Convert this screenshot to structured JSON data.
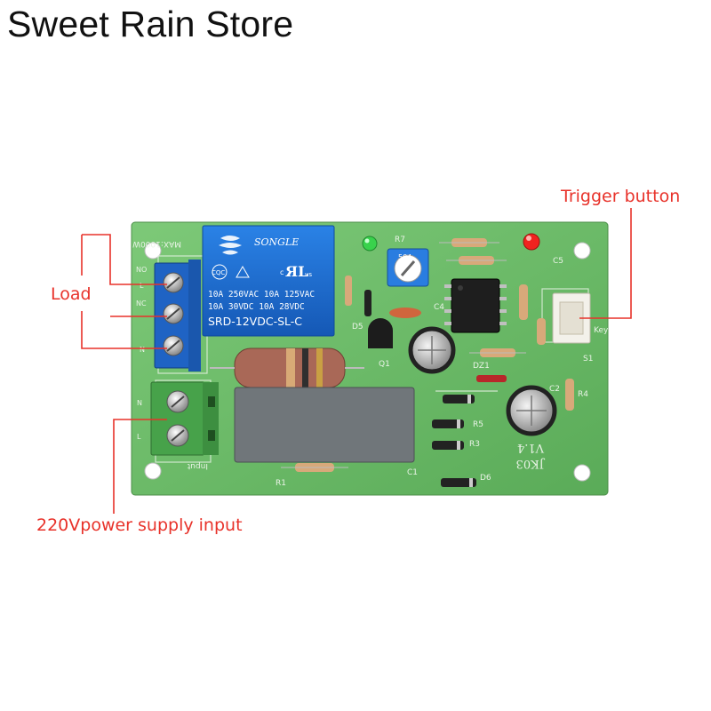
{
  "store": {
    "name": "Sweet Rain Store"
  },
  "callouts": {
    "trigger": "Trigger button",
    "load": "Load",
    "power": "220Vpower supply input"
  },
  "relay": {
    "brand": "SONGLE",
    "rating1": "10A 250VAC  10A 125VAC",
    "rating2": "10A  30VDC  10A  28VDC",
    "model": "SRD-12VDC-SL-C",
    "cert1": "CQC",
    "cert2": "c",
    "cert3": "us"
  },
  "board": {
    "max_power": "MAX:1000W",
    "model": "JK03",
    "version": "V1.4",
    "pot_value": "504",
    "input_label": "Input",
    "load_terms": [
      "NO",
      "L",
      "NC",
      "N"
    ],
    "input_terms": [
      "N",
      "L"
    ],
    "refs": [
      "R7",
      "C5",
      "C4",
      "D5",
      "Q1",
      "DZ1",
      "C2",
      "R4",
      "S1",
      "Key",
      "R1",
      "C1",
      "R3",
      "R5",
      "D6"
    ]
  },
  "colors": {
    "accent": "#e8322a",
    "pcb": "#6fbd6a",
    "relay": "#1c6fd1",
    "terminal": "#1f63c4"
  }
}
